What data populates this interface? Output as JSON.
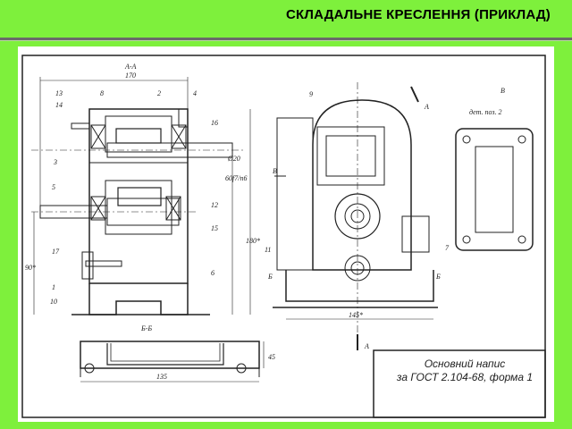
{
  "header": {
    "title": "СКЛАДАЛЬНЕ КРЕСЛЕННЯ (ПРИКЛАД)"
  },
  "drawing": {
    "section_aa": "А-А",
    "section_bb": "Б-Б",
    "view_b": "В",
    "detail_label": "дет. поз. 2",
    "dims": {
      "d170": "170",
      "d180": "180*",
      "d90": "90*",
      "d145": "145*",
      "d135": "135",
      "d45": "45",
      "d60": "60f7/n6",
      "d20": "Ø20"
    },
    "markers": {
      "a": "А",
      "b": "Б",
      "v": "В"
    },
    "callouts": [
      "13",
      "14",
      "8",
      "2",
      "4",
      "16",
      "3",
      "5",
      "12",
      "15",
      "17",
      "1",
      "10",
      "6",
      "9",
      "11",
      "7"
    ],
    "stamp_line1": "Основний напис",
    "stamp_line2": "за ГОСТ 2.104-68, форма 1"
  }
}
